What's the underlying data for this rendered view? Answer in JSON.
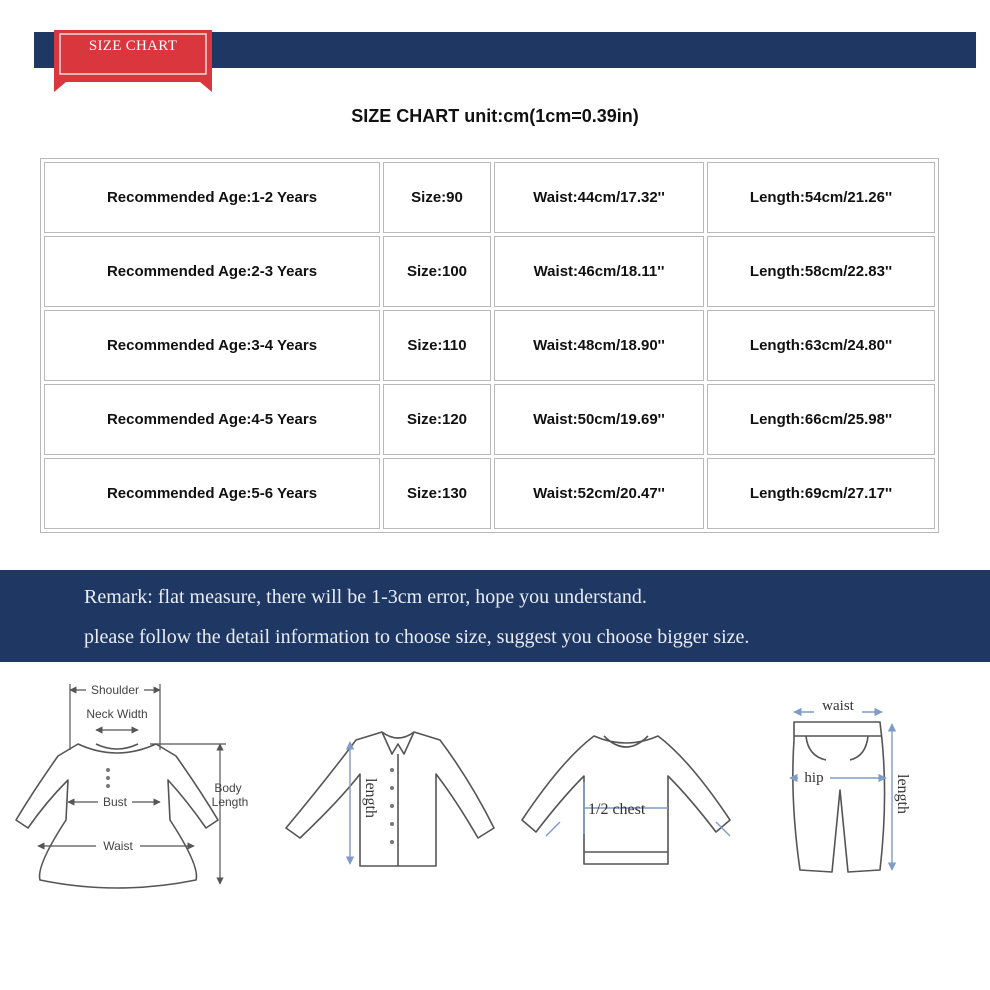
{
  "header": {
    "ribbon_label": "SIZE CHART",
    "title": "SIZE CHART unit:cm(1cm=0.39in)",
    "colors": {
      "band": "#1f3763",
      "ribbon": "#d9363e"
    }
  },
  "table": {
    "rows": [
      [
        "Recommended Age:1-2 Years",
        "Size:90",
        "Waist:44cm/17.32''",
        "Length:54cm/21.26''"
      ],
      [
        "Recommended Age:2-3 Years",
        "Size:100",
        "Waist:46cm/18.11''",
        "Length:58cm/22.83''"
      ],
      [
        "Recommended Age:3-4 Years",
        "Size:110",
        "Waist:48cm/18.90''",
        "Length:63cm/24.80''"
      ],
      [
        "Recommended Age:4-5 Years",
        "Size:120",
        "Waist:50cm/19.69''",
        "Length:66cm/25.98''"
      ],
      [
        "Recommended Age:5-6 Years",
        "Size:130",
        "Waist:52cm/20.47''",
        "Length:69cm/27.17''"
      ]
    ]
  },
  "remark": {
    "line1": "Remark: flat measure, there will be 1-3cm error, hope you understand.",
    "line2": "please follow the detail information to choose size, suggest you choose bigger size."
  },
  "diagrams": {
    "dress": {
      "icon": "dress-icon",
      "shoulder": "Shoulder",
      "neck_width": "Neck Width",
      "bust": "Bust",
      "waist": "Waist",
      "body": "Body",
      "length": "Length"
    },
    "shirt": {
      "icon": "shirt-icon",
      "length": "length"
    },
    "sweater": {
      "icon": "sweater-icon",
      "chest": "1/2 chest"
    },
    "pants": {
      "icon": "pants-icon",
      "waist": "waist",
      "hip": "hip",
      "length": "length"
    }
  }
}
